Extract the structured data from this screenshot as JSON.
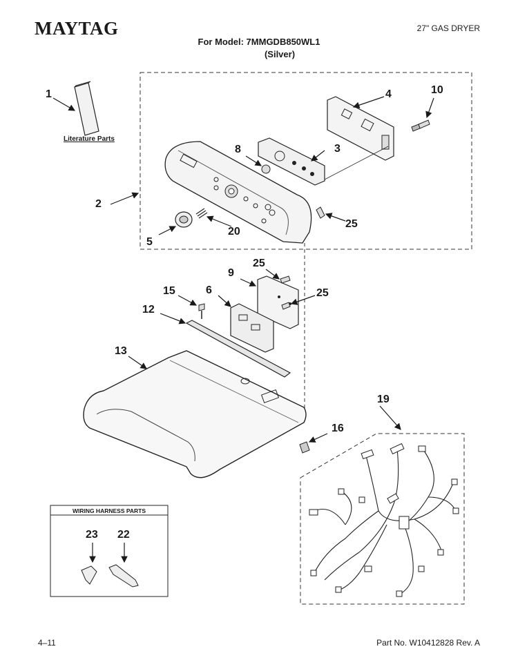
{
  "header": {
    "brand": "MAYTAG",
    "product": "27\" GAS DRYER",
    "model_line": "For Model: 7MMGDB850WL1",
    "color_line": "(Silver)"
  },
  "literature_label": "Literature Parts",
  "wiring_harness_title": "WIRING HARNESS PARTS",
  "callouts": {
    "c1": "1",
    "c2": "2",
    "c3": "3",
    "c4": "4",
    "c5": "5",
    "c6": "6",
    "c8": "8",
    "c9": "9",
    "c10": "10",
    "c12": "12",
    "c13": "13",
    "c15": "15",
    "c16": "16",
    "c19": "19",
    "c20": "20",
    "c22": "22",
    "c23": "23",
    "c25a": "25",
    "c25b": "25",
    "c25c": "25"
  },
  "footer": {
    "page": "4–11",
    "part_no": "Part No. W10412828 Rev. A"
  }
}
